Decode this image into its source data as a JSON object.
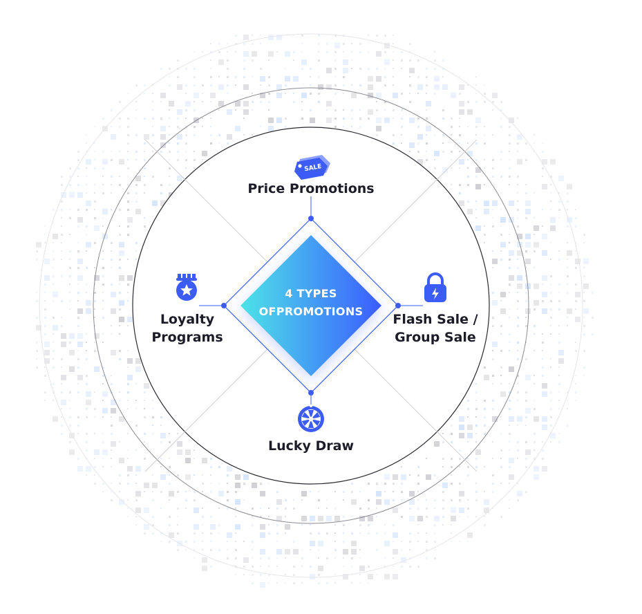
{
  "center": {
    "line1": "4 TYPES",
    "line2": "OFPROMOTIONS"
  },
  "items": {
    "top": {
      "label": "Price Promotions",
      "icon": "sale-tag-icon",
      "tag_text": "SALE"
    },
    "right": {
      "line1": "Flash Sale /",
      "line2": "Group Sale",
      "icon": "lock-bolt-icon"
    },
    "bottom": {
      "label": "Lucky Draw",
      "icon": "wheel-icon"
    },
    "left": {
      "line1": "Loyalty",
      "line2": "Programs",
      "icon": "medal-icon"
    }
  },
  "colors": {
    "accent": "#3d5bf5",
    "gradient_start": "#4de3e8",
    "gradient_end": "#3b5cff",
    "text": "#1c1c28"
  }
}
